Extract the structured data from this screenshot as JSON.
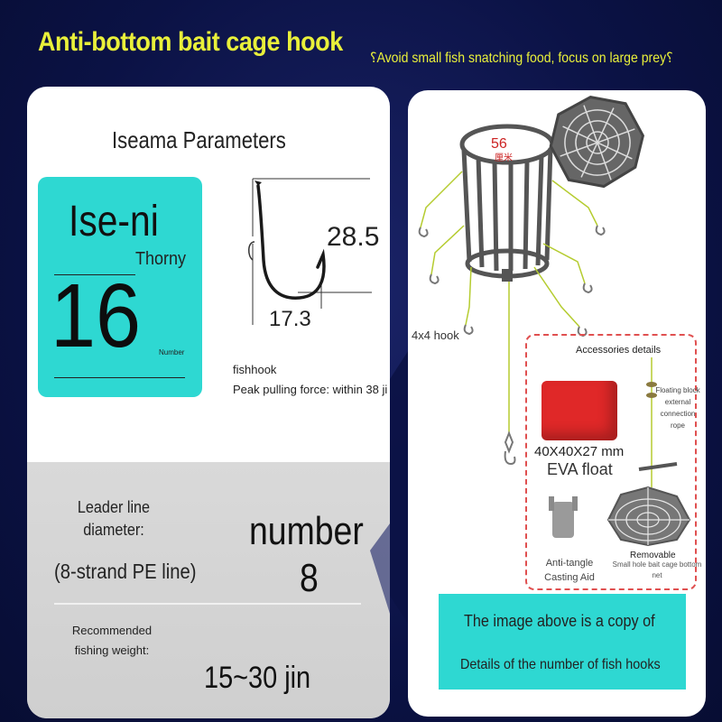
{
  "header": {
    "title": "Anti-bottom bait cage hook",
    "subtitle": "⸮Avoid small fish snatching food, focus on large prey⸮"
  },
  "parameters": {
    "title": "Iseama Parameters",
    "brand": "Ise-ni",
    "variant": "Thorny",
    "hook_number": "16",
    "number_tag": "Number",
    "length": "28.5",
    "width": "17.3",
    "caption_hook": "fishhook",
    "caption_force": "Peak pulling force: within 38 ji"
  },
  "line": {
    "label": "Leader line diameter:",
    "type": "(8-strand PE line)",
    "value_word": "number",
    "value": "8"
  },
  "weight": {
    "label": "Recommended fishing weight:",
    "value": "15~30 jin"
  },
  "product": {
    "cage_size": "56",
    "cage_size_unit": "厘米",
    "hook_label": "4x4 hook",
    "accessories_title": "Accessories details",
    "float_dims": "40X40X27 mm",
    "float_name": "EVA float",
    "rope_label": "Floating block external connection rope",
    "aid_label": "Anti-tangle Casting Aid",
    "net_label": "Removable",
    "net_sublabel": "Small hole bait cage bottom net",
    "note_line1": "The image above is a copy of",
    "note_line2": "Details of the number of fish hooks"
  },
  "colors": {
    "background": "#0b1245",
    "accent_yellow": "#e9f03a",
    "teal": "#2ed8d2",
    "float_red": "#e02828",
    "dashed_border": "#e05050"
  }
}
